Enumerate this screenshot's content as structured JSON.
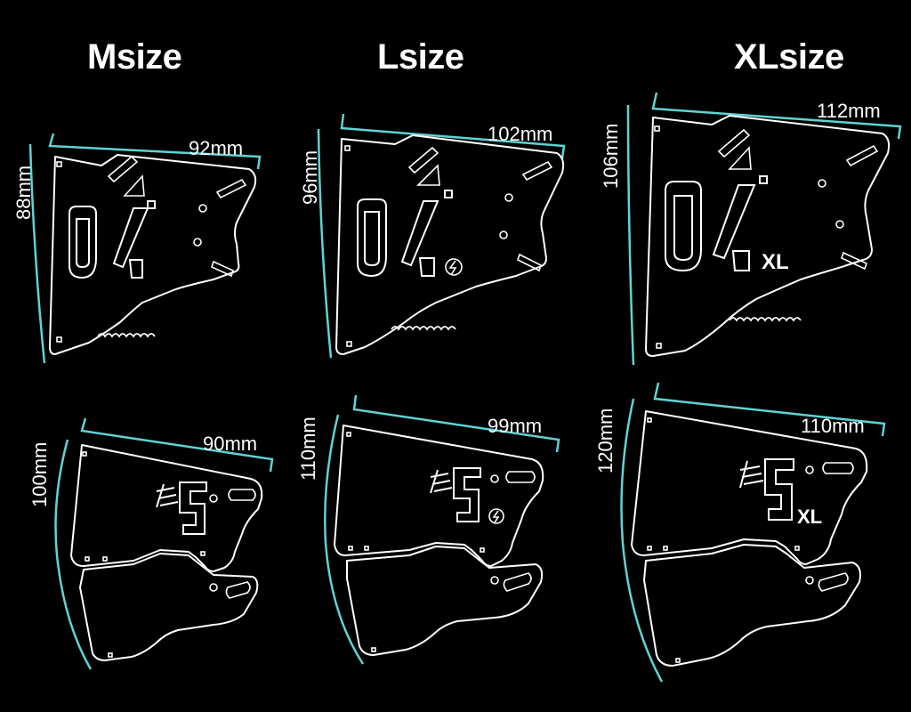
{
  "titles": {
    "m": "Msize",
    "l": "Lsize",
    "xl": "XLsize"
  },
  "top_row": {
    "m": {
      "width": "92mm",
      "height": "88mm",
      "badge": ""
    },
    "l": {
      "width": "102mm",
      "height": "96mm",
      "badge": ""
    },
    "xl": {
      "width": "112mm",
      "height": "106mm",
      "badge": "XL"
    }
  },
  "bottom_row": {
    "m": {
      "width": "90mm",
      "height": "100mm",
      "badge": ""
    },
    "l": {
      "width": "99mm",
      "height": "110mm",
      "badge": ""
    },
    "xl": {
      "width": "110mm",
      "height": "120mm",
      "badge": "XL"
    }
  },
  "colors": {
    "background": "#000000",
    "outline": "#ffffff",
    "dimension": "#5fd4d4"
  }
}
